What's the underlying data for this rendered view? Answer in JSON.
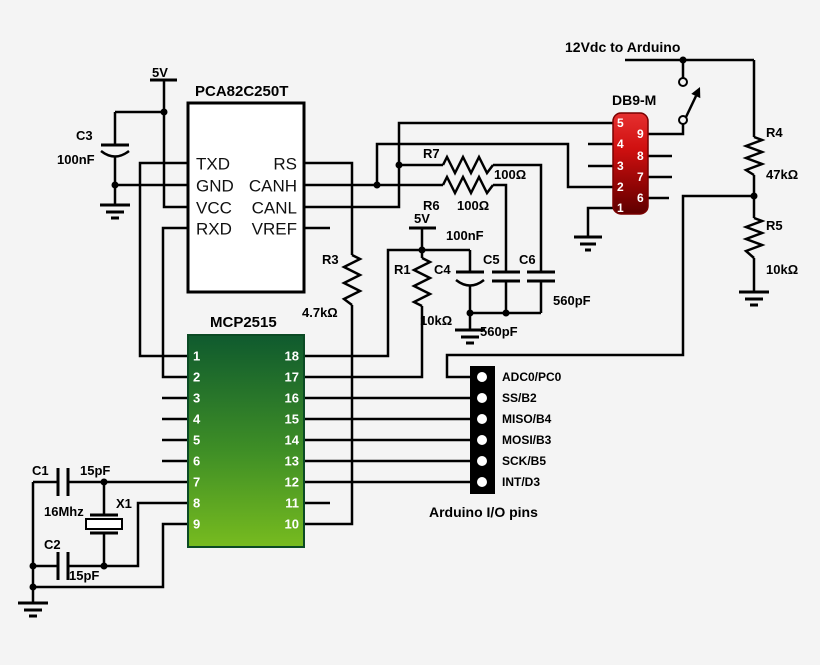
{
  "colors": {
    "background": "#f4f4f4",
    "wire": "#000000",
    "mcp_gradient_top": "#0f5a2e",
    "mcp_gradient_bottom": "#77bb1f",
    "db9_gradient_top": "#e63030",
    "db9_gradient_bottom": "#5e0000",
    "header_fill": "#000000",
    "chip_fill": "#ffffff"
  },
  "power": {
    "rail5_left": "5V",
    "rail5_mid": "5V",
    "feed12": "12Vdc to Arduino"
  },
  "transceiver": {
    "title": "PCA82C250T",
    "pins_left": [
      "TXD",
      "GND",
      "VCC",
      "RXD"
    ],
    "pins_right": [
      "RS",
      "CANH",
      "CANL",
      "VREF"
    ]
  },
  "controller": {
    "title": "MCP2515",
    "pins_left": [
      "1",
      "2",
      "3",
      "4",
      "5",
      "6",
      "7",
      "8",
      "9"
    ],
    "pins_right": [
      "18",
      "17",
      "16",
      "15",
      "14",
      "13",
      "12",
      "11",
      "10"
    ]
  },
  "db9": {
    "title": "DB9-M",
    "pins_left": [
      "5",
      "4",
      "3",
      "2",
      "1"
    ],
    "pins_right": [
      "9",
      "8",
      "7",
      "6"
    ]
  },
  "arduino": {
    "caption": "Arduino I/O pins",
    "pins": [
      "ADC0/PC0",
      "SS/B2",
      "MISO/B4",
      "MOSI/B3",
      "SCK/B5",
      "INT/D3"
    ]
  },
  "components": {
    "c1": {
      "ref": "C1",
      "value": "15pF"
    },
    "c2": {
      "ref": "C2",
      "value": "15pF"
    },
    "c3": {
      "ref": "C3",
      "value": "100nF"
    },
    "c4": {
      "ref": "C4",
      "value": "100nF"
    },
    "c5": {
      "ref": "C5",
      "value": "560pF"
    },
    "c6": {
      "ref": "C6",
      "value": "560pF"
    },
    "x1": {
      "ref": "X1",
      "value": "16Mhz"
    },
    "r1": {
      "ref": "R1",
      "value": "10kΩ"
    },
    "r3": {
      "ref": "R3",
      "value": "4.7kΩ"
    },
    "r4": {
      "ref": "R4",
      "value": "47kΩ"
    },
    "r5": {
      "ref": "R5",
      "value": "10kΩ"
    },
    "r6": {
      "ref": "R6",
      "value": "100Ω"
    },
    "r7": {
      "ref": "R7",
      "value": "100Ω"
    }
  }
}
